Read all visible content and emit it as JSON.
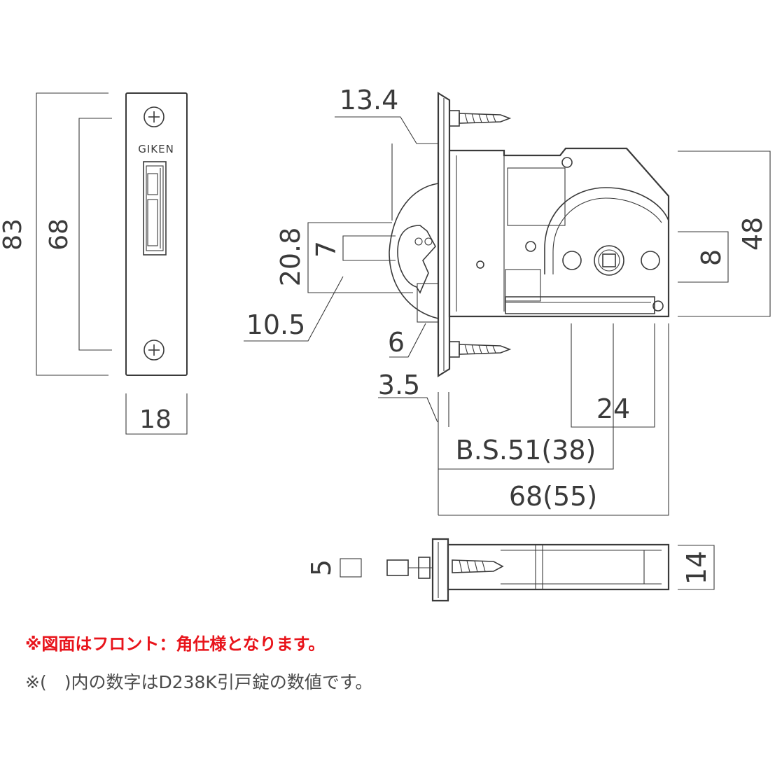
{
  "brand": "GIKEN",
  "dimensions": {
    "strike_height": "83",
    "screw_pitch": "68",
    "strike_width": "18",
    "front_thickness": "13.4",
    "latch_height": "20.8",
    "latch_hole": "7",
    "hook_depth": "10.5",
    "latch_offset": "6",
    "plate_thickness": "3.5",
    "body_height": "48",
    "spindle_square": "8",
    "spindle_offset": "24",
    "backset": "B.S.51(38)",
    "case_depth": "68(55)",
    "bottom_thickness": "5",
    "bottom_width": "14"
  },
  "notes": {
    "front_spec": "※図面はフロント：角仕様となります。",
    "parentheses_note": "※(　)内の数字はD238K引戸錠の数値です。"
  },
  "colors": {
    "line": "#3a3a3a",
    "note_red": "#e8141b",
    "note_gray": "#4a4a4a"
  }
}
